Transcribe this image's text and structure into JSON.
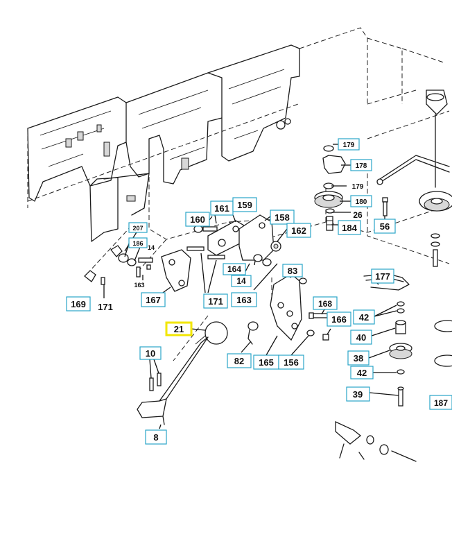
{
  "diagram": {
    "highlight_color": "#f2e600",
    "label_box_color": "#2aa5c8",
    "callouts": [
      {
        "id": "c179a",
        "text": "179",
        "boxed": true,
        "highlight": false
      },
      {
        "id": "c178",
        "text": "178",
        "boxed": true,
        "highlight": false
      },
      {
        "id": "c179b",
        "text": "179",
        "boxed": false,
        "highlight": false
      },
      {
        "id": "c180",
        "text": "180",
        "boxed": true,
        "highlight": false
      },
      {
        "id": "c26",
        "text": "26",
        "boxed": false,
        "highlight": false
      },
      {
        "id": "c184",
        "text": "184",
        "boxed": true,
        "highlight": false
      },
      {
        "id": "c56",
        "text": "56",
        "boxed": true,
        "highlight": false
      },
      {
        "id": "c161",
        "text": "161",
        "boxed": true,
        "highlight": false
      },
      {
        "id": "c159",
        "text": "159",
        "boxed": true,
        "highlight": false
      },
      {
        "id": "c160",
        "text": "160",
        "boxed": true,
        "highlight": false
      },
      {
        "id": "c158",
        "text": "158",
        "boxed": true,
        "highlight": false
      },
      {
        "id": "c162",
        "text": "162",
        "boxed": true,
        "highlight": false
      },
      {
        "id": "c207",
        "text": "207",
        "boxed": true,
        "highlight": false
      },
      {
        "id": "c186",
        "text": "186",
        "boxed": true,
        "highlight": false
      },
      {
        "id": "c14a",
        "text": "14",
        "boxed": false,
        "highlight": false
      },
      {
        "id": "c164",
        "text": "164",
        "boxed": true,
        "highlight": false
      },
      {
        "id": "c83",
        "text": "83",
        "boxed": true,
        "highlight": false
      },
      {
        "id": "c14b",
        "text": "14",
        "boxed": true,
        "highlight": false
      },
      {
        "id": "c177",
        "text": "177",
        "boxed": true,
        "highlight": false
      },
      {
        "id": "c163a",
        "text": "163",
        "boxed": false,
        "highlight": false
      },
      {
        "id": "c169",
        "text": "169",
        "boxed": true,
        "highlight": false
      },
      {
        "id": "c171a",
        "text": "171",
        "boxed": false,
        "highlight": false
      },
      {
        "id": "c167",
        "text": "167",
        "boxed": true,
        "highlight": false
      },
      {
        "id": "c171b",
        "text": "171",
        "boxed": true,
        "highlight": false
      },
      {
        "id": "c163b",
        "text": "163",
        "boxed": true,
        "highlight": false
      },
      {
        "id": "c168",
        "text": "168",
        "boxed": true,
        "highlight": false
      },
      {
        "id": "c42a",
        "text": "42",
        "boxed": true,
        "highlight": false
      },
      {
        "id": "c166",
        "text": "166",
        "boxed": true,
        "highlight": false
      },
      {
        "id": "c21",
        "text": "21",
        "boxed": true,
        "highlight": true
      },
      {
        "id": "c40",
        "text": "40",
        "boxed": true,
        "highlight": false
      },
      {
        "id": "c10",
        "text": "10",
        "boxed": true,
        "highlight": false
      },
      {
        "id": "c82",
        "text": "82",
        "boxed": true,
        "highlight": false
      },
      {
        "id": "c165",
        "text": "165",
        "boxed": true,
        "highlight": false
      },
      {
        "id": "c156",
        "text": "156",
        "boxed": true,
        "highlight": false
      },
      {
        "id": "c38",
        "text": "38",
        "boxed": true,
        "highlight": false
      },
      {
        "id": "c42b",
        "text": "42",
        "boxed": true,
        "highlight": false
      },
      {
        "id": "c39",
        "text": "39",
        "boxed": true,
        "highlight": false
      },
      {
        "id": "c187",
        "text": "187",
        "boxed": true,
        "highlight": false
      },
      {
        "id": "c8",
        "text": "8",
        "boxed": true,
        "highlight": false
      }
    ]
  }
}
